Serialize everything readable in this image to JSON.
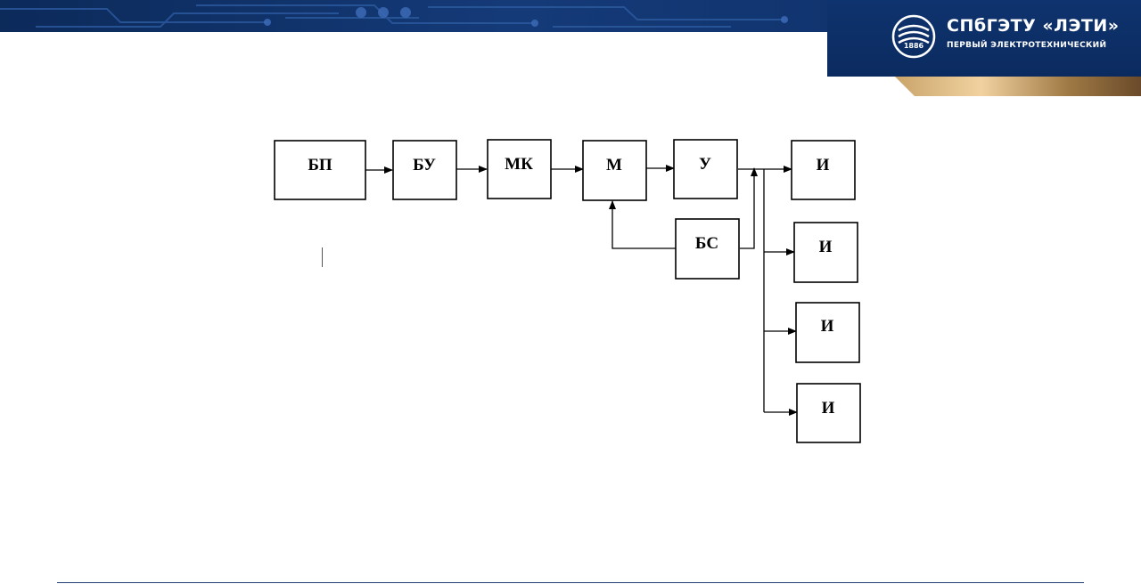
{
  "brand": {
    "title": "СПбГЭТУ «ЛЭТИ»",
    "subtitle": "ПЕРВЫЙ ЭЛЕКТРОТЕХНИЧЕСКИЙ",
    "emblem_year": "1886",
    "colors": {
      "primary": "#0f336e",
      "accent_gold": "#e2c08c"
    }
  },
  "diagram": {
    "blocks": [
      {
        "id": "bp",
        "label": "БП"
      },
      {
        "id": "bu",
        "label": "БУ"
      },
      {
        "id": "mk",
        "label": "МК"
      },
      {
        "id": "m",
        "label": "М"
      },
      {
        "id": "u",
        "label": "У"
      },
      {
        "id": "bs",
        "label": "БС"
      },
      {
        "id": "i1",
        "label": "И"
      },
      {
        "id": "i2",
        "label": "И"
      },
      {
        "id": "i3",
        "label": "И"
      },
      {
        "id": "i4",
        "label": "И"
      }
    ],
    "connections": [
      {
        "from": "bp",
        "to": "bu"
      },
      {
        "from": "bu",
        "to": "mk"
      },
      {
        "from": "mk",
        "to": "m"
      },
      {
        "from": "m",
        "to": "u"
      },
      {
        "from": "u",
        "to": "i1"
      },
      {
        "from": "u",
        "to": "i2"
      },
      {
        "from": "u",
        "to": "i3"
      },
      {
        "from": "u",
        "to": "i4"
      },
      {
        "from": "bs",
        "to": "m"
      },
      {
        "from": "bs",
        "to": "u-output"
      }
    ]
  }
}
